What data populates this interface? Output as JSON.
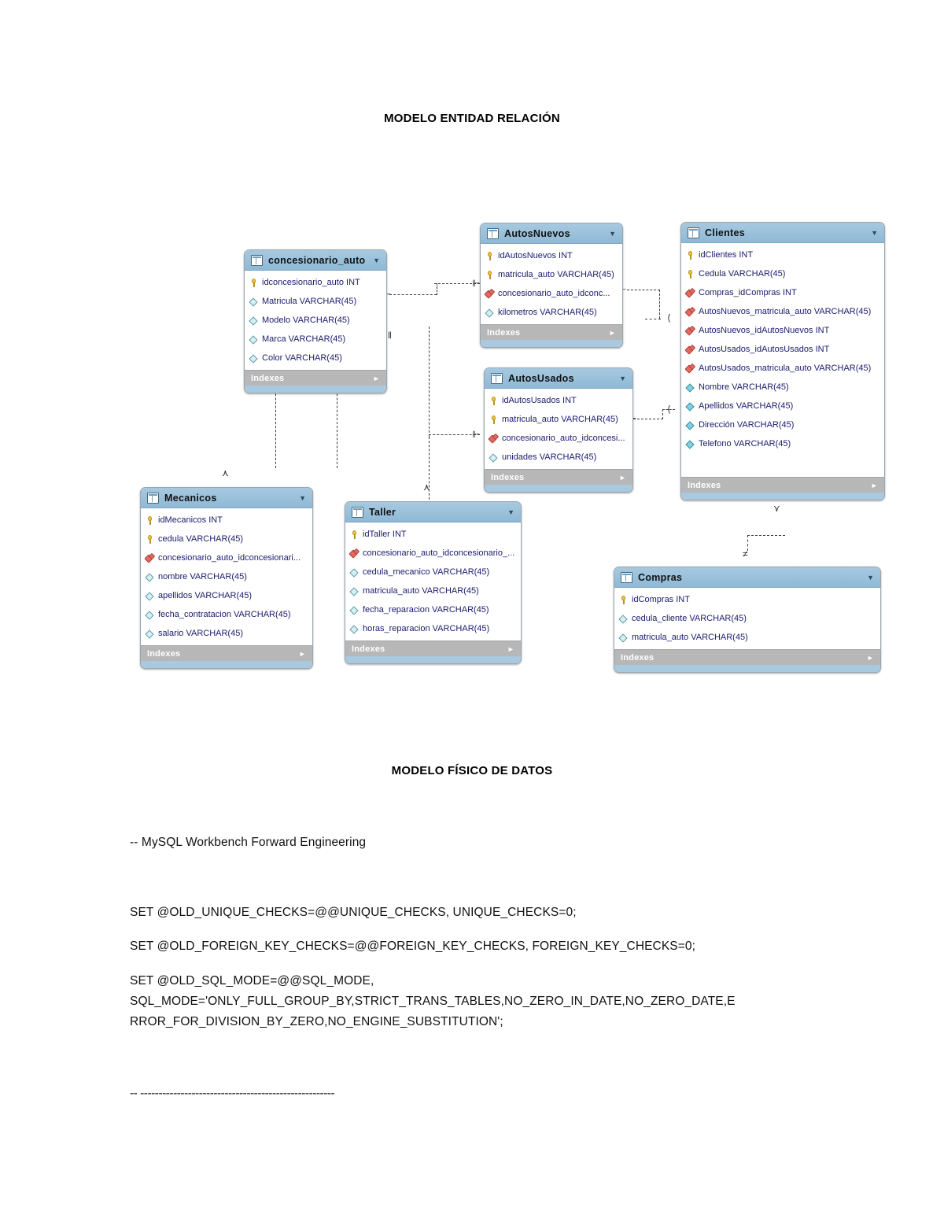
{
  "document": {
    "title_er": "MODELO ENTIDAD RELACIÓN",
    "title_fisico": "MODELO FÍSICO DE DATOS"
  },
  "diagram": {
    "indexes_label": "Indexes",
    "tables": [
      {
        "name": "concesionario_auto",
        "fields": [
          {
            "icon": "key-icon",
            "label": "idconcesionario_auto INT"
          },
          {
            "icon": "column-icon",
            "label": "Matricula VARCHAR(45)"
          },
          {
            "icon": "column-icon",
            "label": "Modelo VARCHAR(45)"
          },
          {
            "icon": "column-icon",
            "label": "Marca VARCHAR(45)"
          },
          {
            "icon": "column-icon",
            "label": "Color VARCHAR(45)"
          }
        ]
      },
      {
        "name": "AutosNuevos",
        "fields": [
          {
            "icon": "key-icon",
            "label": "idAutosNuevos INT"
          },
          {
            "icon": "key-icon",
            "label": "matricula_auto VARCHAR(45)"
          },
          {
            "icon": "foreign-key-icon",
            "label": "concesionario_auto_idconc..."
          },
          {
            "icon": "column-icon",
            "label": "kilometros VARCHAR(45)"
          }
        ]
      },
      {
        "name": "AutosUsados",
        "fields": [
          {
            "icon": "key-icon",
            "label": "idAutosUsados INT"
          },
          {
            "icon": "key-icon",
            "label": "matricula_auto VARCHAR(45)"
          },
          {
            "icon": "foreign-key-icon",
            "label": "concesionario_auto_idconcesi..."
          },
          {
            "icon": "column-icon",
            "label": "unidades VARCHAR(45)"
          }
        ]
      },
      {
        "name": "Clientes",
        "fields": [
          {
            "icon": "key-icon",
            "label": "idClientes INT"
          },
          {
            "icon": "key-icon",
            "label": "Cedula VARCHAR(45)"
          },
          {
            "icon": "foreign-key-icon",
            "label": "Compras_idCompras INT"
          },
          {
            "icon": "foreign-key-icon",
            "label": "AutosNuevos_matricula_auto VARCHAR(45)"
          },
          {
            "icon": "foreign-key-icon",
            "label": "AutosNuevos_idAutosNuevos INT"
          },
          {
            "icon": "foreign-key-icon",
            "label": "AutosUsados_idAutosUsados INT"
          },
          {
            "icon": "foreign-key-icon",
            "label": "AutosUsados_matricula_auto VARCHAR(45)"
          },
          {
            "icon": "column-filled-icon",
            "label": "Nombre VARCHAR(45)"
          },
          {
            "icon": "column-filled-icon",
            "label": "Apellidos VARCHAR(45)"
          },
          {
            "icon": "column-filled-icon",
            "label": "Dirección VARCHAR(45)"
          },
          {
            "icon": "column-filled-icon",
            "label": "Telefono VARCHAR(45)"
          }
        ]
      },
      {
        "name": "Mecanicos",
        "fields": [
          {
            "icon": "key-icon",
            "label": "idMecanicos INT"
          },
          {
            "icon": "key-icon",
            "label": "cedula VARCHAR(45)"
          },
          {
            "icon": "foreign-key-icon",
            "label": "concesionario_auto_idconcesionari..."
          },
          {
            "icon": "column-icon",
            "label": "nombre VARCHAR(45)"
          },
          {
            "icon": "column-icon",
            "label": "apellidos VARCHAR(45)"
          },
          {
            "icon": "column-icon",
            "label": "fecha_contratacion VARCHAR(45)"
          },
          {
            "icon": "column-icon",
            "label": "salario VARCHAR(45)"
          }
        ]
      },
      {
        "name": "Taller",
        "fields": [
          {
            "icon": "key-icon",
            "label": "idTaller INT"
          },
          {
            "icon": "foreign-key-icon",
            "label": "concesionario_auto_idconcesionario_..."
          },
          {
            "icon": "column-icon",
            "label": "cedula_mecanico VARCHAR(45)"
          },
          {
            "icon": "column-icon",
            "label": "matricula_auto VARCHAR(45)"
          },
          {
            "icon": "column-icon",
            "label": "fecha_reparacion VARCHAR(45)"
          },
          {
            "icon": "column-icon",
            "label": "horas_reparacion VARCHAR(45)"
          }
        ]
      },
      {
        "name": "Compras",
        "fields": [
          {
            "icon": "key-icon",
            "label": "idCompras INT"
          },
          {
            "icon": "column-icon",
            "label": "cedula_cliente VARCHAR(45)"
          },
          {
            "icon": "column-icon",
            "label": "matricula_auto VARCHAR(45)"
          }
        ]
      }
    ]
  },
  "sql": {
    "comment_header": "-- MySQL Workbench Forward Engineering",
    "line_unique": "SET @OLD_UNIQUE_CHECKS=@@UNIQUE_CHECKS, UNIQUE_CHECKS=0;",
    "line_fk": "SET @OLD_FOREIGN_KEY_CHECKS=@@FOREIGN_KEY_CHECKS, FOREIGN_KEY_CHECKS=0;",
    "line_sqlmode_1": "SET @OLD_SQL_MODE=@@SQL_MODE,",
    "line_sqlmode_2": "SQL_MODE='ONLY_FULL_GROUP_BY,STRICT_TRANS_TABLES,NO_ZERO_IN_DATE,NO_ZERO_DATE,E",
    "line_sqlmode_3": "RROR_FOR_DIVISION_BY_ZERO,NO_ENGINE_SUBSTITUTION';",
    "separator": "-- -----------------------------------------------------"
  },
  "colors": {
    "header_blue": "#8fb9d6",
    "footer_gray": "#b7b7b7",
    "field_text": "#1a1a6e",
    "key_yellow": "#f2c230",
    "fk_red": "#e5695f",
    "column_cyan": "#7fd3e0"
  }
}
